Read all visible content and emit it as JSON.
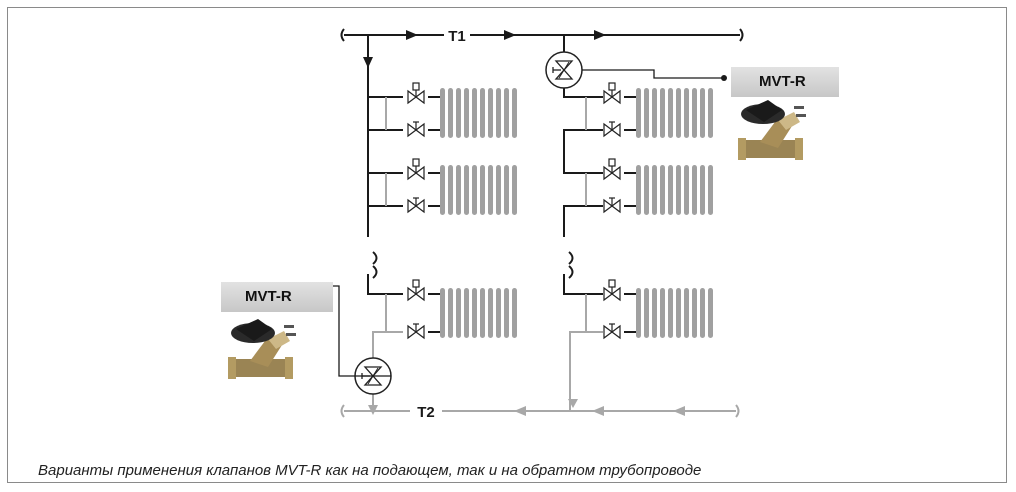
{
  "labels": {
    "supply_pipe": "T1",
    "return_pipe": "T2",
    "valve_tag_upper": "MVT-R",
    "valve_tag_lower": "MVT-R"
  },
  "caption": "Варианты применения клапанов MVT-R как на подающем, так и на обратном трубопроводе",
  "colors": {
    "supply_line": "#1a1a1a",
    "return_line": "#a8a8a8",
    "radiator": "#a0a0a0",
    "tag_background": "#d3d3d3",
    "frame": "#8a8a8a"
  }
}
